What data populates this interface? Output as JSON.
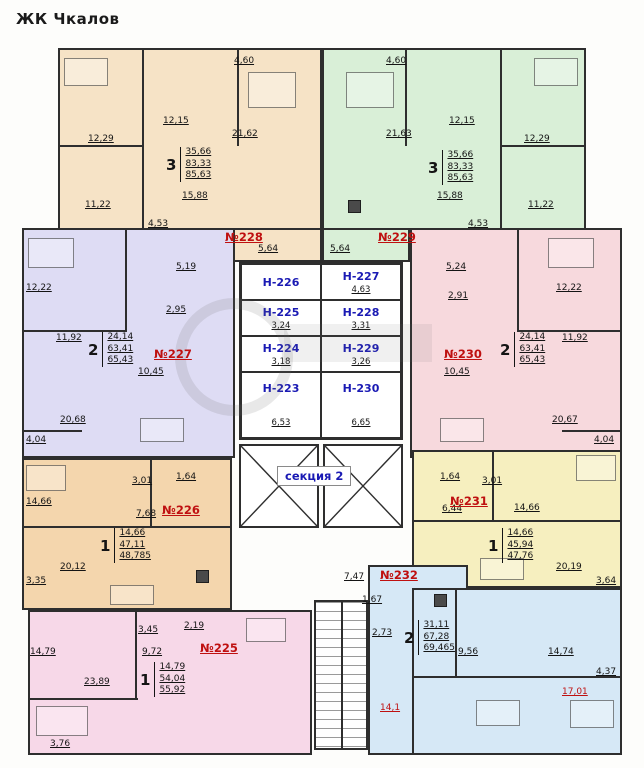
{
  "title": "ЖК Чкалов",
  "core": {
    "section_label": "секция 2",
    "corridor_dim": "7,47",
    "rows": [
      {
        "left": "Н-226",
        "right": "Н-227",
        "left_dim": "",
        "right_dim": "4,63"
      },
      {
        "left": "Н-225",
        "right": "Н-228",
        "left_dim": "3,24",
        "right_dim": "3,31"
      },
      {
        "left": "Н-224",
        "right": "Н-229",
        "left_dim": "3,18",
        "right_dim": "3,26"
      },
      {
        "left": "Н-223",
        "right": "Н-230",
        "left_dim": "6,53",
        "right_dim": "6,65"
      }
    ]
  },
  "apartments": [
    {
      "number": "№228",
      "rooms": "3",
      "areas": [
        "35,66",
        "83,33",
        "85,63"
      ],
      "dims": [
        "4,60",
        "12,15",
        "21,62",
        "12,29",
        "15,88",
        "11,22",
        "4,53",
        "5,64"
      ]
    },
    {
      "number": "№229",
      "rooms": "3",
      "areas": [
        "35,66",
        "83,33",
        "85,63"
      ],
      "dims": [
        "4,60",
        "21,63",
        "12,15",
        "12,29",
        "15,88",
        "4,53",
        "11,22",
        "5,64"
      ]
    },
    {
      "number": "№227",
      "rooms": "2",
      "areas": [
        "24,14",
        "63,41",
        "65,43"
      ],
      "dims": [
        "12,22",
        "5,19",
        "2,95",
        "11,92",
        "10,45",
        "20,68",
        "4,04"
      ]
    },
    {
      "number": "№230",
      "rooms": "2",
      "areas": [
        "24,14",
        "63,41",
        "65,43"
      ],
      "dims": [
        "5,24",
        "2,91",
        "12,22",
        "11,92",
        "10,45",
        "20,67",
        "4,04"
      ]
    },
    {
      "number": "№226",
      "rooms": "1",
      "areas": [
        "14,66",
        "47,11",
        "48,785"
      ],
      "dims": [
        "14,66",
        "3,01",
        "1,64",
        "7,68",
        "20,12",
        "3,35"
      ]
    },
    {
      "number": "№231",
      "rooms": "1",
      "areas": [
        "14,66",
        "45,94",
        "47,76"
      ],
      "dims": [
        "1,64",
        "3,01",
        "6,44",
        "14,66",
        "20,19",
        "3,64"
      ]
    },
    {
      "number": "№225",
      "rooms": "1",
      "areas": [
        "14,79",
        "54,04",
        "55,92"
      ],
      "dims": [
        "3,45",
        "2,19",
        "9,72",
        "14,79",
        "23,89",
        "3,76"
      ]
    },
    {
      "number": "№232",
      "rooms": "2",
      "areas": [
        "31,11",
        "67,28",
        "69,465"
      ],
      "dims": [
        "1,67",
        "2,73",
        "9,56",
        "14,74",
        "4,37"
      ],
      "highlight_dims": [
        "14,1",
        "17,01"
      ]
    }
  ]
}
